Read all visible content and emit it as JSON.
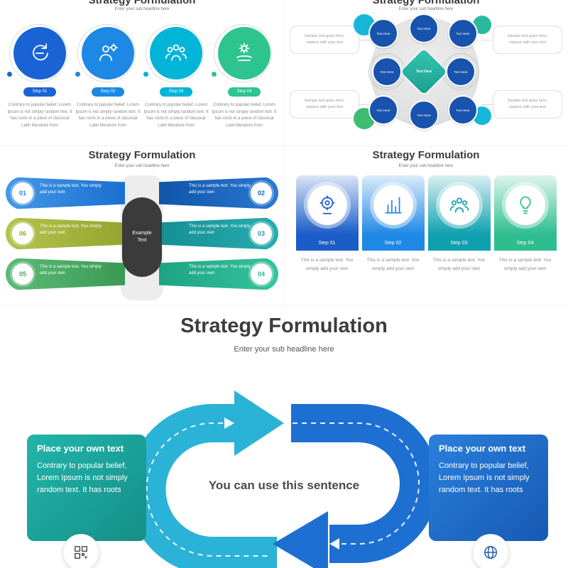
{
  "slide1": {
    "title": "Strategy Formulation",
    "subtitle": "Enter your sub headline here",
    "steps": [
      {
        "label": "Step 01",
        "icon": "handshake-icon",
        "color": "#1a63d4",
        "text": "Contrary to popular belief, Lorem Ipsum is not simply random text. It has roots in a piece of classical Latin literature from"
      },
      {
        "label": "Step 02",
        "icon": "person-gear-icon",
        "color": "#1e88e5",
        "text": "Contrary to popular belief, Lorem Ipsum is not simply random text. It has roots in a piece of classical Latin literature from"
      },
      {
        "label": "Step 03",
        "icon": "team-icon",
        "color": "#00b5d8",
        "text": "Contrary to popular belief, Lorem Ipsum is not simply random text. It has roots in a piece of classical Latin literature from"
      },
      {
        "label": "Step 04",
        "icon": "hand-gear-icon",
        "color": "#2ec490",
        "text": "Contrary to popular belief, Lorem Ipsum is not simply random text. It has roots in a piece of classical Latin literature from"
      }
    ]
  },
  "slide2": {
    "title": "Strategy Formulation",
    "subtitle": "Enter your sub headline here",
    "sample_text": "Sample text goes here, replace with your text",
    "node_label": "Text Here",
    "center_label": "Text Here",
    "node_color": "#1853ad",
    "center_color": "#2bb99e"
  },
  "slide3": {
    "title": "Strategy Formulation",
    "subtitle": "Enter your sub headline here",
    "center_label": "Example Text",
    "left_items": [
      {
        "num": "01",
        "color": "#2d86dd",
        "text": "This is a sample text. You simply add your own"
      },
      {
        "num": "06",
        "color": "#97a832",
        "text": "This is a sample text. You simply add your own"
      },
      {
        "num": "05",
        "color": "#4cab66",
        "text": "This is a sample text. You simply add your own"
      }
    ],
    "right_items": [
      {
        "num": "02",
        "color": "#1565c0",
        "text": "This is a sample text. You simply add your own"
      },
      {
        "num": "03",
        "color": "#1d9fa0",
        "text": "This is a sample text. You simply add your own"
      },
      {
        "num": "04",
        "color": "#26b792",
        "text": "This is a sample text. You simply add your own"
      }
    ]
  },
  "slide4": {
    "title": "Strategy Formulation",
    "subtitle": "Enter your sub headline here",
    "columns": [
      {
        "label": "Step 01",
        "icon": "strategy-head-icon",
        "color": "#1a5cc8",
        "text": "This is a sample text. You simply add your own"
      },
      {
        "label": "Step 02",
        "icon": "analytics-icon",
        "color": "#1e88e5",
        "text": "This is a sample text. You simply add your own"
      },
      {
        "label": "Step 03",
        "icon": "team-icon",
        "color": "#0ea0ae",
        "text": "This is a sample text. You simply add your own"
      },
      {
        "label": "Step 04",
        "icon": "idea-icon",
        "color": "#2dbd8e",
        "text": "This is a sample text. You simply add your own"
      }
    ]
  },
  "slide5": {
    "title": "Strategy Formulation",
    "subtitle": "Enter your sub headline here",
    "center_sentence": "You can use this sentence",
    "left_box": {
      "heading": "Place your own text",
      "body": "Contrary to popular belief, Lorem Ipsum is not simply random text. It has roots",
      "color": "#1ca89e"
    },
    "right_box": {
      "heading": "Place your own text",
      "body": "Contrary to popular belief, Lorem Ipsum is not simply random text. It has roots",
      "color": "#1d6fd2"
    },
    "arrow_colors": {
      "cyan": "#2ab3d6",
      "blue": "#1d6fd2"
    },
    "icons": [
      "qr-grid-icon",
      "globe-icon"
    ]
  }
}
